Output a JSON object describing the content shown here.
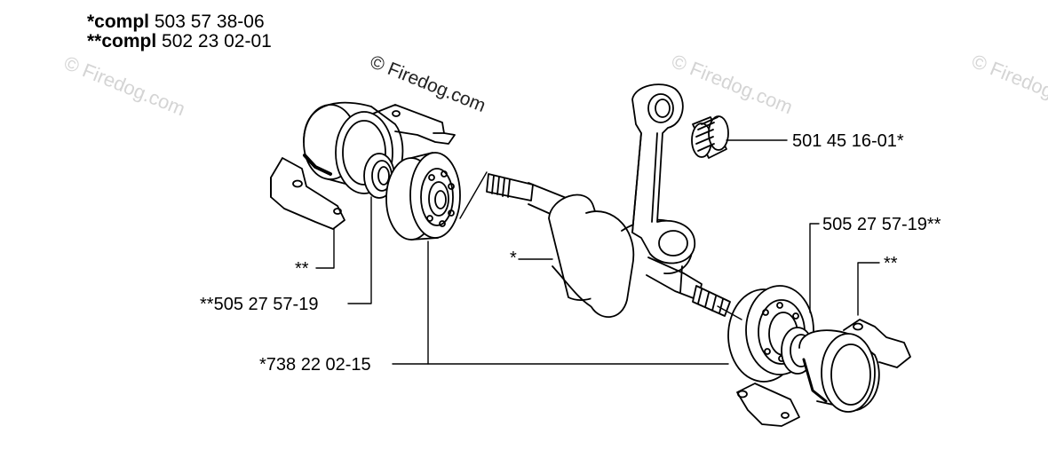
{
  "kits": [
    {
      "mark": "*compl",
      "number": "503 57 38-06"
    },
    {
      "mark": "**compl",
      "number": "502 23 02-01"
    }
  ],
  "watermarks": {
    "main": "© Firedog.com",
    "faint": "© Firedog.com"
  },
  "callouts": {
    "needle_bearing": "501 45 16-01*",
    "right_seal": "505 27 57-19**",
    "right_housing": "**",
    "left_housing": "**",
    "left_seal": "**505 27 57-19",
    "crankshaft": "*",
    "main_bearings": "*738 22 02-15"
  }
}
